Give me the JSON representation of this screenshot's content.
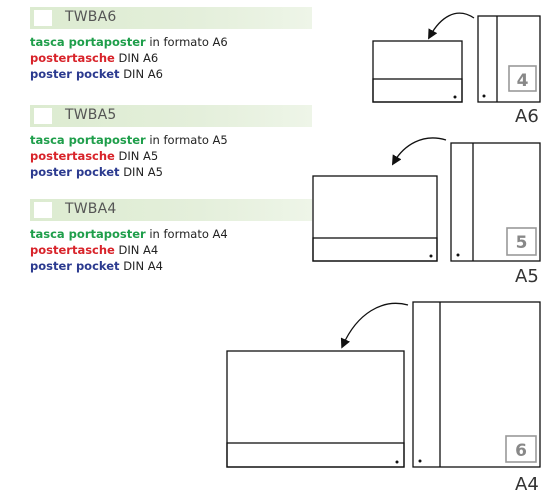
{
  "products": [
    {
      "code": "TWBA6",
      "lines": [
        {
          "keyword": "tasca portaposter",
          "rest": " in formato A6",
          "lang": "it"
        },
        {
          "keyword": "postertasche",
          "rest": " DIN A6",
          "lang": "de"
        },
        {
          "keyword": "poster pocket",
          "rest": " DIN A6",
          "lang": "en"
        }
      ]
    },
    {
      "code": "TWBA5",
      "lines": [
        {
          "keyword": "tasca portaposter",
          "rest": " in formato A5",
          "lang": "it"
        },
        {
          "keyword": "postertasche",
          "rest": " DIN A5",
          "lang": "de"
        },
        {
          "keyword": "poster pocket",
          "rest": " DIN A5",
          "lang": "en"
        }
      ]
    },
    {
      "code": "TWBA4",
      "lines": [
        {
          "keyword": "tasca portaposter",
          "rest": " in formato A4",
          "lang": "it"
        },
        {
          "keyword": "postertasche",
          "rest": " DIN A4",
          "lang": "de"
        },
        {
          "keyword": "poster pocket",
          "rest": " DIN A4",
          "lang": "en"
        }
      ]
    }
  ],
  "diagrams": [
    {
      "number": "4",
      "size": "A6"
    },
    {
      "number": "5",
      "size": "A5"
    },
    {
      "number": "6",
      "size": "A4"
    }
  ],
  "colors": {
    "italian": "#1e9e4a",
    "german": "#d8232a",
    "english": "#2b3a8f",
    "code_bar": "#dcebd0"
  }
}
